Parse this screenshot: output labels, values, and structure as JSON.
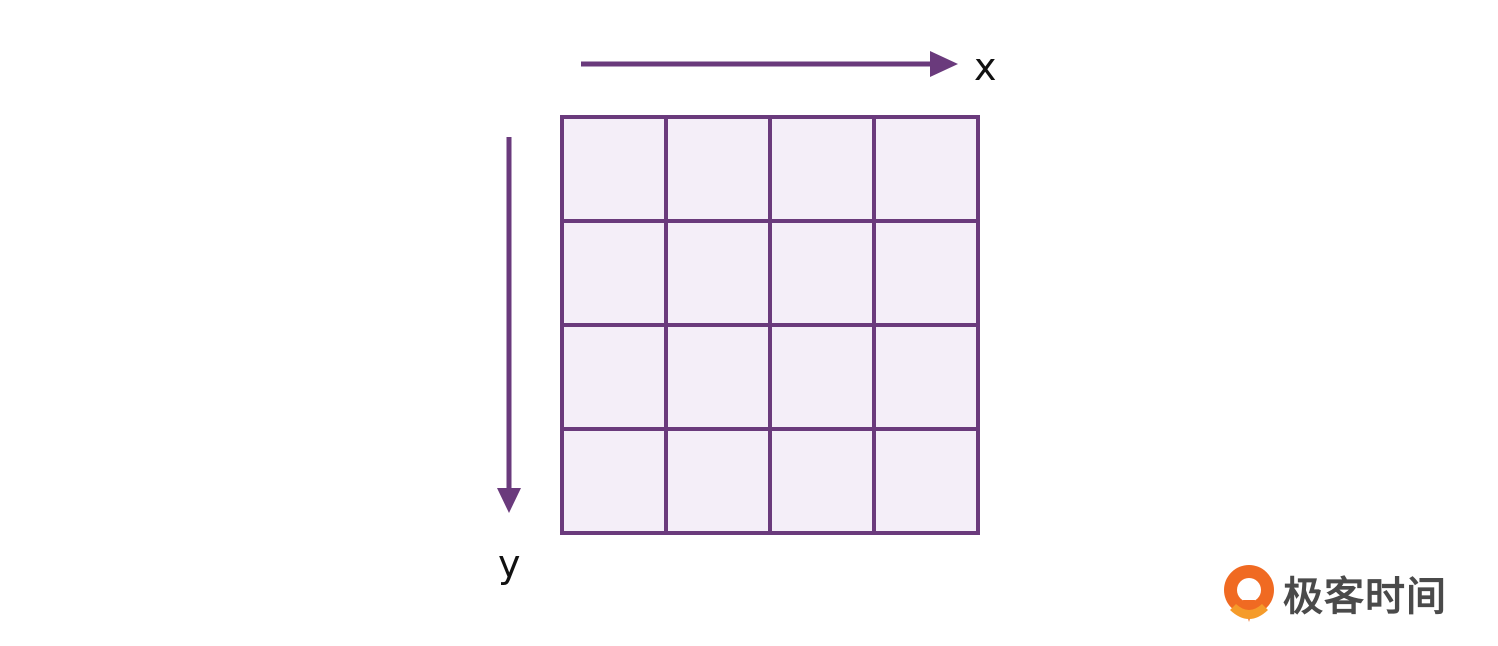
{
  "diagram": {
    "axes": {
      "x_label": "x",
      "y_label": "y"
    },
    "grid": {
      "rows": 4,
      "cols": 4
    },
    "colors": {
      "line": "#6a3a7c",
      "cell_fill": "#f4eef8",
      "label": "#111111"
    }
  },
  "brand": {
    "name": "极客时间",
    "logo_colors": [
      "#f06a22",
      "#f59b2a"
    ],
    "text_color": "#4a4a4a"
  }
}
